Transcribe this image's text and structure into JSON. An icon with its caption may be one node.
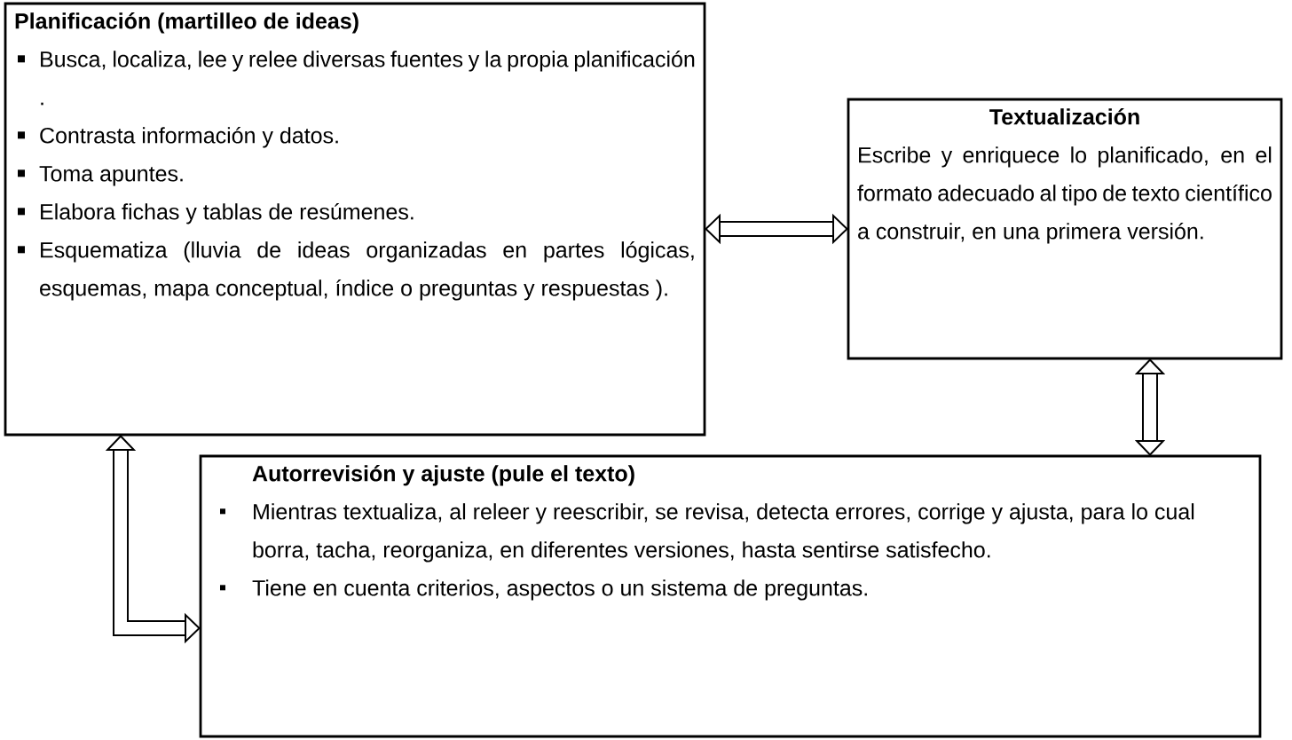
{
  "diagram": {
    "nodes": [
      {
        "text": [
          "Planificación  (martilleo de ideas)",
          "Busca, localiza, lee y relee diversas fuentes y la propia planificación .",
          "Contrasta información y datos.",
          "Toma apuntes.",
          "Elabora fichas y tablas de resúmenes.",
          "Esquematiza (lluvia de ideas organizadas en partes lógicas,  esquemas, mapa conceptual, índice o preguntas y respuestas )."
        ]
      },
      {
        "text": [
          "Textualización",
          "Escribe y enriquece lo planificado, en el formato adecuado al tipo de texto científico a construir, en una primera versión."
        ]
      },
      {
        "text": [
          "Autorrevisión y ajuste (pule el texto)",
          "Mientras textualiza, al releer y reescribir, se revisa, detecta errores, corrige y ajusta, para lo cual borra, tacha, reorganiza, en diferentes versiones, hasta sentirse satisfecho.",
          "Tiene en cuenta criterios, aspectos o un sistema de preguntas."
        ]
      }
    ],
    "edges": [
      {
        "from": 0,
        "to": 1,
        "arrow": "both"
      },
      {
        "from": 1,
        "to": 2,
        "arrow": "both"
      },
      {
        "from": 0,
        "to": 2,
        "arrow": "both"
      }
    ]
  }
}
